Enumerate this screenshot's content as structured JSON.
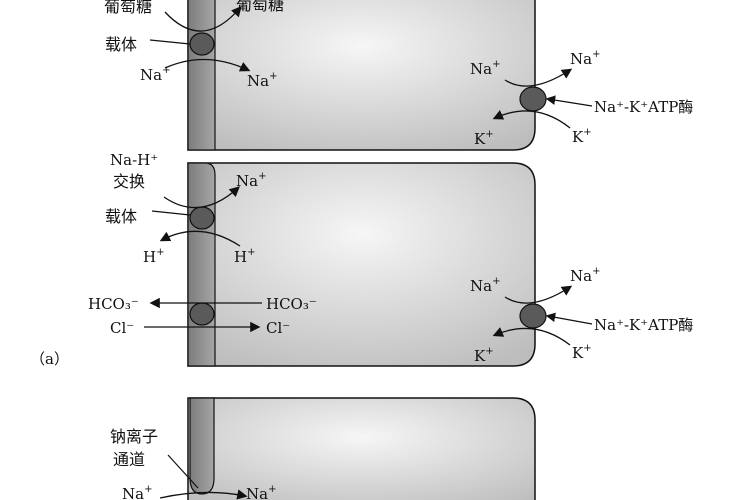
{
  "panel_a": {
    "label": "（a）",
    "cell1": {
      "glucose_out": "葡萄糖",
      "glucose_in": "葡萄糖",
      "carrier": "载体",
      "na_out": "Na",
      "na_in": "Na",
      "pump_na_in": "Na",
      "pump_na_out": "Na",
      "pump_k_in": "K",
      "pump_k_out": "K",
      "pump_label": "Na⁺-K⁺ATP酶"
    },
    "cell2": {
      "exchanger_1": "Na-H⁺",
      "exchanger_2": "交换",
      "carrier": "载体",
      "na_in": "Na",
      "h_out": "H",
      "h_in": "H",
      "hco3_out": "HCO₃⁻",
      "hco3_in": "HCO₃⁻",
      "cl_out": "Cl⁻",
      "cl_in": "Cl⁻",
      "pump_na_in": "Na",
      "pump_na_out": "Na",
      "pump_k_in": "K",
      "pump_k_out": "K",
      "pump_label": "Na⁺-K⁺ATP酶"
    }
  },
  "panel_b": {
    "channel_1": "钠离子",
    "channel_2": "通道",
    "na_out": "Na",
    "na_in": "Na"
  },
  "sup_plus": "+",
  "colors": {
    "cell_fill_light": "#f6f6f6",
    "cell_fill_dark": "#b9b9b9",
    "membrane": "#888888",
    "carrier": "#5a5a5a",
    "outline": "#111111"
  }
}
